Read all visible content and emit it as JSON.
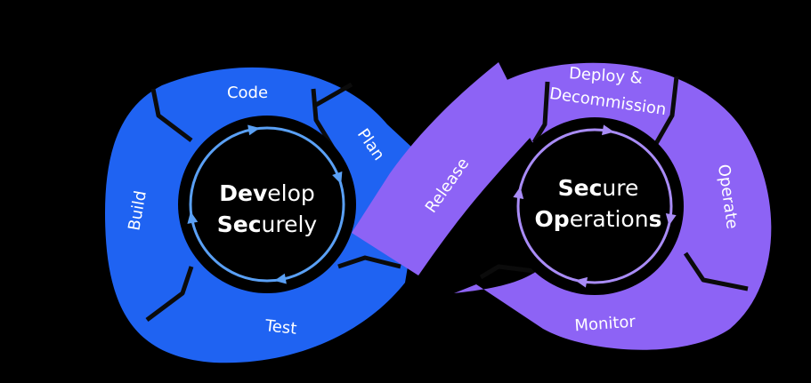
{
  "colors": {
    "background": "#000000",
    "develop_blue": "#1f63f2",
    "develop_ring": "#5aa0f5",
    "operate_purple": "#8d63f5",
    "operate_ring": "#a98cf7",
    "divider": "#0b0b0b",
    "text": "#ffffff"
  },
  "develop": {
    "title": {
      "line1_bold": "Dev",
      "line1_rest": "elop",
      "line2_bold": "Sec",
      "line2_rest": "urely"
    },
    "segments": {
      "code": "Code",
      "plan": "Plan",
      "build": "Build",
      "test": "Test"
    }
  },
  "release": {
    "label": "Release"
  },
  "operations": {
    "title": {
      "line1_bold": "Sec",
      "line1_rest": "ure",
      "line2_bold_a": "Op",
      "line2_mid": "eration",
      "line2_bold_b": "s"
    },
    "segments": {
      "deploy_line1": "Deploy &",
      "deploy_line2": "Decommission",
      "operate": "Operate",
      "monitor": "Monitor"
    }
  },
  "icons": {
    "develop_cycle": "clockwise-arrow-ring-icon",
    "operations_cycle": "clockwise-arrow-ring-icon"
  }
}
